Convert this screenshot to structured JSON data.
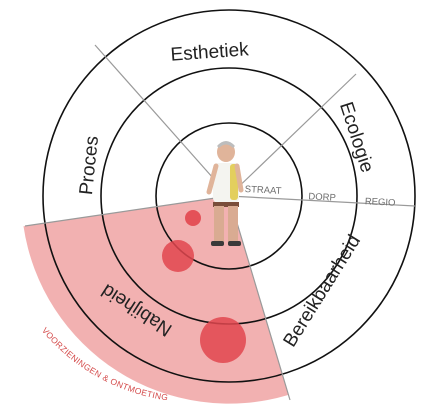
{
  "diagram": {
    "segments": {
      "esthetiek": "Esthetiek",
      "ecologie": "Ecologie",
      "proces": "Proces",
      "bereikbaarheid": "Bereikbaarheid",
      "nabijheid": "Nabijheid"
    },
    "scale": {
      "inner": "STRAAT",
      "middle": "DORP",
      "outer": "REGIO"
    },
    "highlight_caption": "VOORZIENINGEN & ONTMOETING",
    "colors": {
      "highlight_sector": "#f0a3a3",
      "dots": "#e2474f",
      "rings": "#111111",
      "spokes": "#9a9a9a",
      "caption": "#d44a4a"
    },
    "highlight_levels": [
      {
        "scale": "STRAAT",
        "dot_size": "small"
      },
      {
        "scale": "DORP",
        "dot_size": "medium"
      },
      {
        "scale": "REGIO",
        "dot_size": "large"
      }
    ]
  }
}
